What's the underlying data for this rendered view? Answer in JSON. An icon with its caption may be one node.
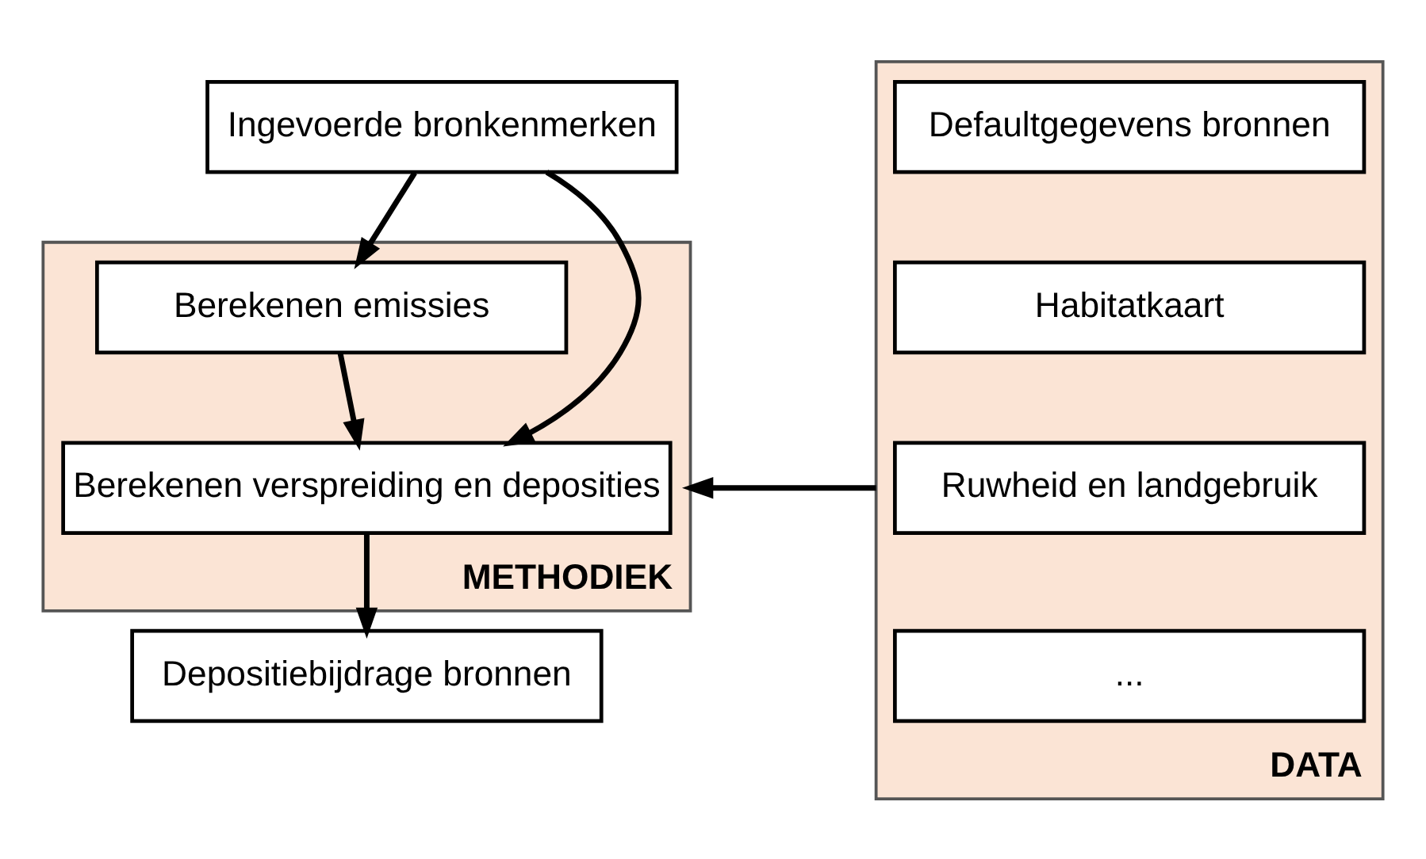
{
  "diagram": {
    "nodes": [
      {
        "text": [
          "Ingevoerde bronkenmerken"
        ]
      },
      {
        "text": [
          "METHODIEK"
        ]
      },
      {
        "text": [
          "Berekenen emissies"
        ],
        "in": 1
      },
      {
        "text": [
          "Berekenen verspreiding en deposities"
        ],
        "in": 1
      },
      {
        "text": [
          "DATA"
        ]
      },
      {
        "text": [
          "Defaultgegevens bronnen"
        ],
        "in": 4
      },
      {
        "text": [
          "Habitatkaart"
        ],
        "in": 4
      },
      {
        "text": [
          "Ruwheid en landgebruik"
        ],
        "in": 4
      },
      {
        "text": [
          "..."
        ],
        "in": 4
      },
      {
        "text": [
          "Depositiebijdrage bronnen"
        ]
      }
    ],
    "edges": [
      {
        "from": 0,
        "to": 2,
        "arrow": "to"
      },
      {
        "from": 0,
        "to": 3,
        "arrow": "to"
      },
      {
        "from": 2,
        "to": 3,
        "arrow": "to"
      },
      {
        "from": 4,
        "to": 1,
        "arrow": "to"
      },
      {
        "from": 3,
        "to": 9,
        "arrow": "to"
      }
    ]
  }
}
